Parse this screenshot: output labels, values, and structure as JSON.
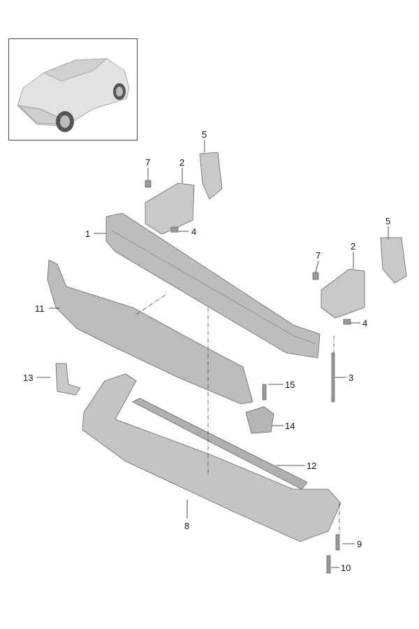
{
  "diagram": {
    "title": "Front bumper carrier and impact absorber parts",
    "callouts": [
      {
        "id": "c5a",
        "text": "5"
      },
      {
        "id": "c7a",
        "text": "7"
      },
      {
        "id": "c2a",
        "text": "2"
      },
      {
        "id": "c1",
        "text": "1"
      },
      {
        "id": "c4a",
        "text": "4"
      },
      {
        "id": "c5b",
        "text": "5"
      },
      {
        "id": "c7b",
        "text": "7"
      },
      {
        "id": "c2b",
        "text": "2"
      },
      {
        "id": "c11",
        "text": "11"
      },
      {
        "id": "c4b",
        "text": "4"
      },
      {
        "id": "c13",
        "text": "13"
      },
      {
        "id": "c3",
        "text": "3"
      },
      {
        "id": "c15",
        "text": "15"
      },
      {
        "id": "c14",
        "text": "14"
      },
      {
        "id": "c12",
        "text": "12"
      },
      {
        "id": "c8",
        "text": "8"
      },
      {
        "id": "c9",
        "text": "9"
      },
      {
        "id": "c10",
        "text": "10"
      }
    ]
  },
  "colors": {
    "part_fill": "#c9c9c9",
    "part_dark": "#9a9a9a",
    "line": "#222222"
  }
}
